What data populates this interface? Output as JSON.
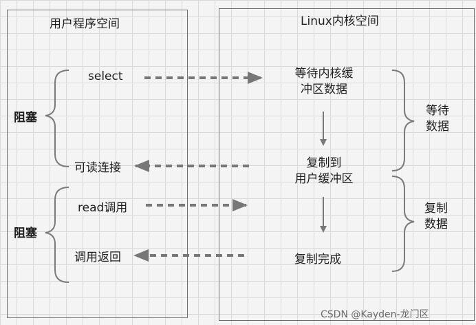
{
  "user_space": {
    "title": "用户程序空间",
    "block_label_1": "阻塞",
    "block_label_2": "阻塞",
    "select": "select",
    "readable": "可读连接",
    "read_call": "read调用",
    "call_return": "调用返回"
  },
  "kernel_space": {
    "title": "Linux内核空间",
    "wait_line1": "等待内核缓",
    "wait_line2": "冲区数据",
    "copy_line1": "复制到",
    "copy_line2": "用户缓冲区",
    "copy_done": "复制完成",
    "phase_wait_line1": "等待",
    "phase_wait_line2": "数据",
    "phase_copy_line1": "复制",
    "phase_copy_line2": "数据"
  },
  "watermark": "CSDN @Kayden-龙门区"
}
